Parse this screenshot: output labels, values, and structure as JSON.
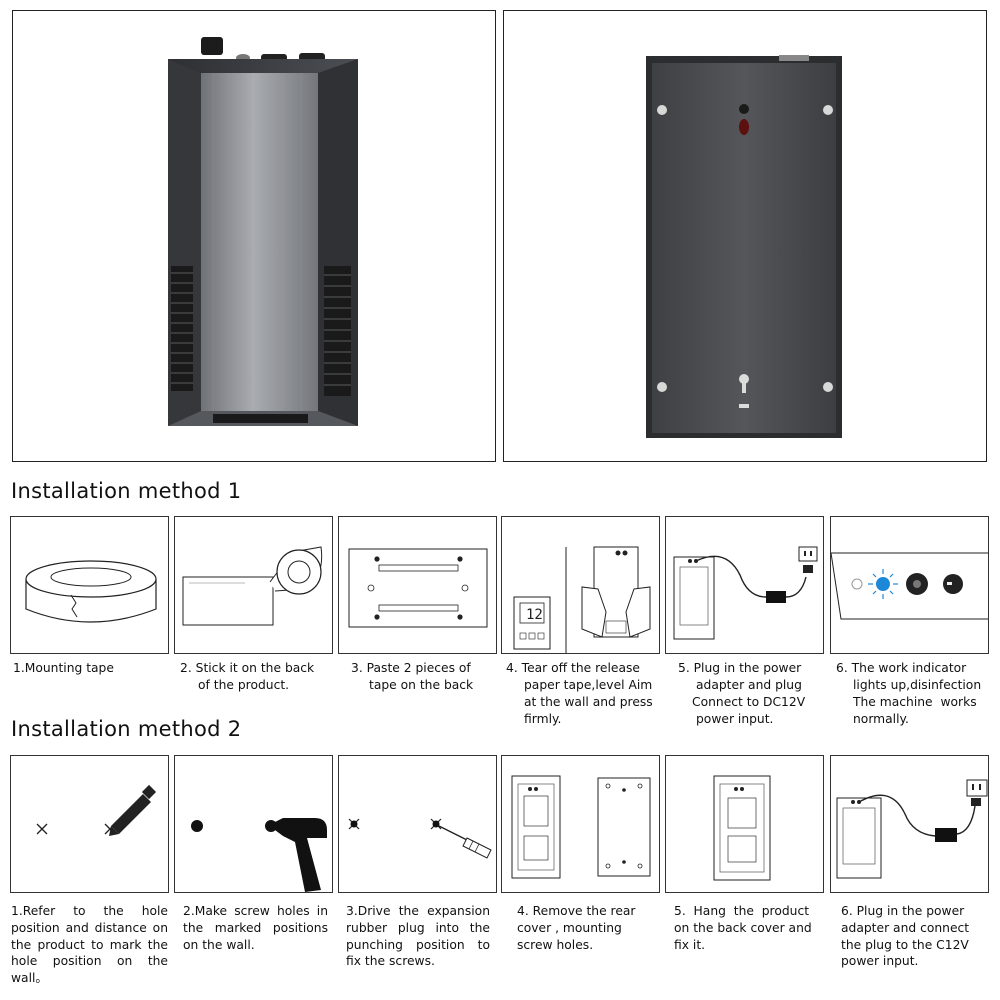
{
  "headings": {
    "method1": "Installation method 1",
    "method2": "Installation method 2"
  },
  "method1_steps": [
    {
      "lines": [
        "1.Mounting tape"
      ]
    },
    {
      "lines": [
        "2. Stick it on the back",
        "of the product."
      ]
    },
    {
      "lines": [
        "3. Paste 2 pieces of",
        "tape on the back"
      ]
    },
    {
      "lines": [
        "4. Tear off the release",
        "paper tape,level Aim",
        "at the wall and press",
        "firmly."
      ]
    },
    {
      "lines": [
        "5. Plug in the power",
        "adapter and plug",
        "Connect to DC12V",
        "power input."
      ]
    },
    {
      "lines": [
        "6. The work indicator",
        "lights up,disinfection",
        "The machine  works",
        "normally."
      ]
    }
  ],
  "method2_steps": [
    {
      "text": "1.Refer to the hole position and distance on the product to mark the hole position on the wall。"
    },
    {
      "text": "2.Make screw holes in the marked positions on the wall."
    },
    {
      "text": "3.Drive the expansion rubber plug into the punching position to fix  the screws."
    },
    {
      "text": "4. Remove the rear cover , mounting screw holes."
    },
    {
      "text": "5.  Hang  the  product on the back cover and fix it."
    },
    {
      "text": "6. Plug in the power adapter and connect the plug to the C12V power input."
    }
  ],
  "display_digit": "12",
  "colors": {
    "device_face": "#8c8f94",
    "device_side": "#3d3f44",
    "back_plate": "#4a4b4e",
    "indicator_blue": "#1e88d8",
    "line": "#222222"
  }
}
